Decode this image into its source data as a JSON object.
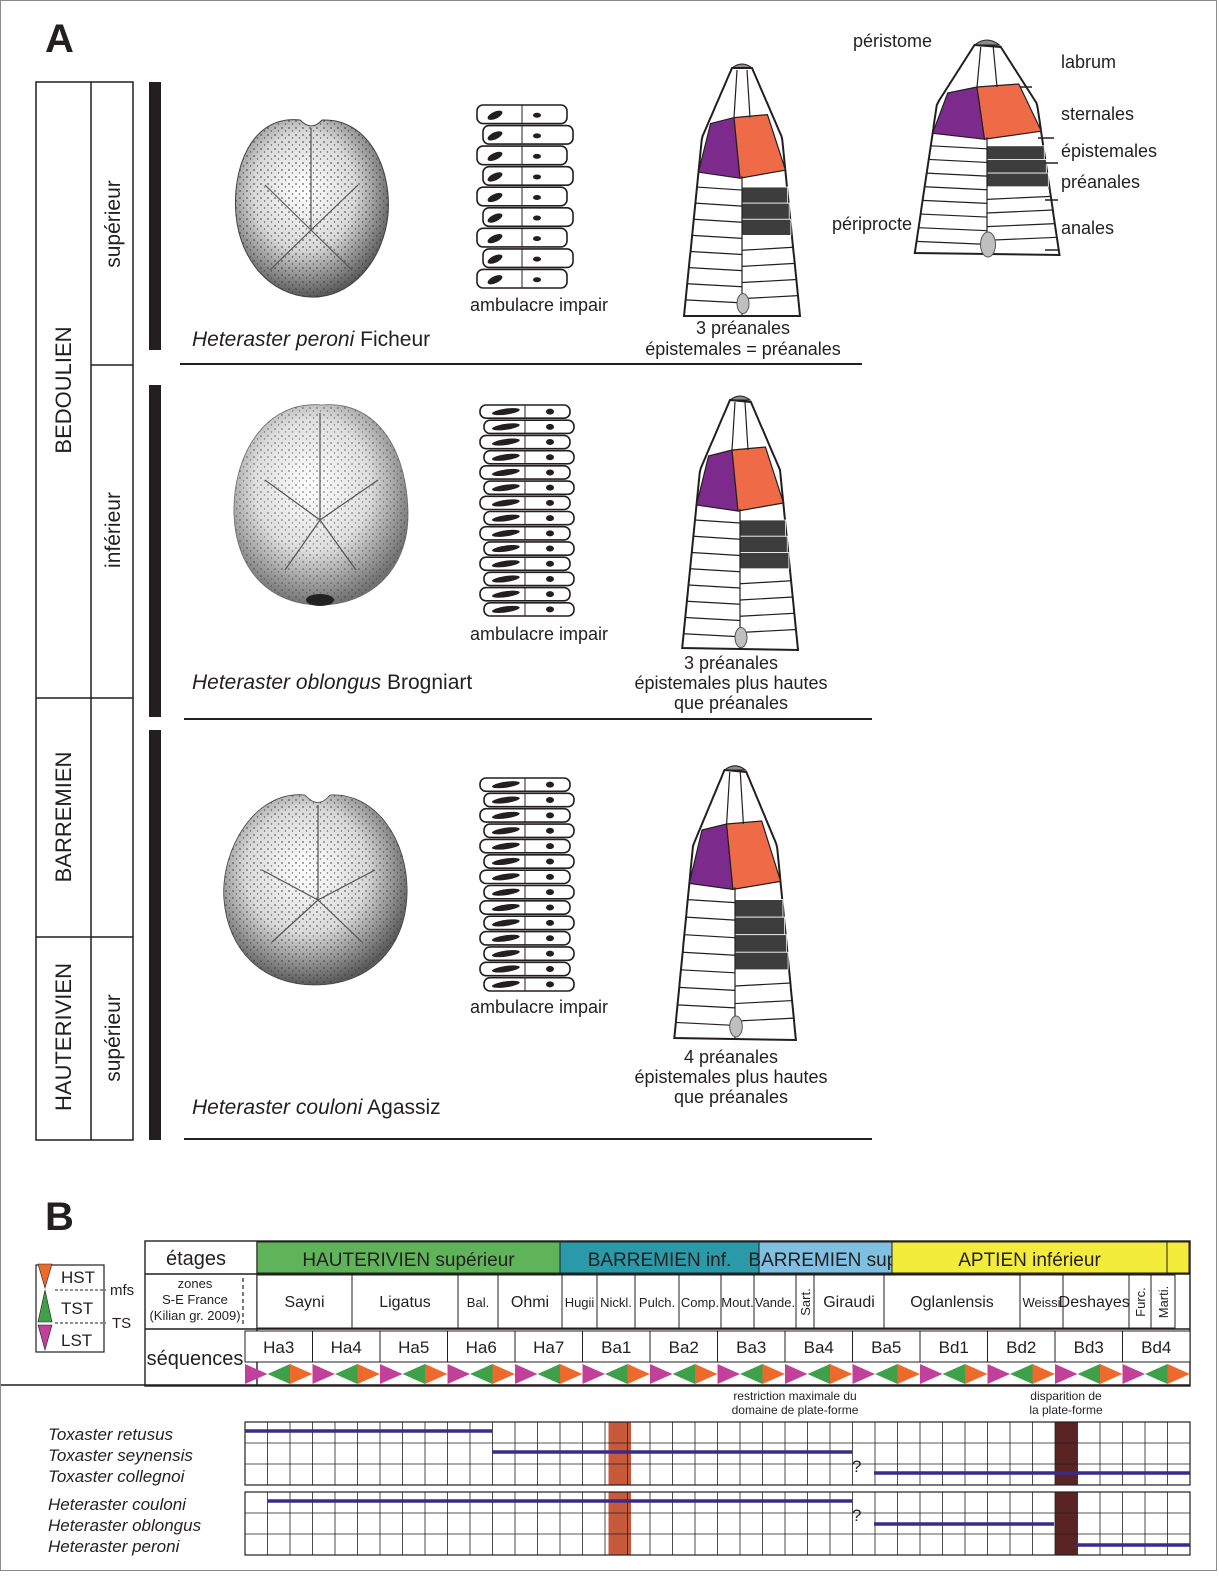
{
  "panel_a": {
    "label": "A",
    "stages": {
      "bedoulien": "BEDOULIEN",
      "barremien": "BARREMIEN",
      "hauterivien": "HAUTERIVIEN"
    },
    "substages": {
      "superieur_top": "supérieur",
      "inferieur": "inférieur",
      "superieur_bottom": "supérieur"
    },
    "legend": {
      "peristome": "péristome",
      "periprocte": "périprocte",
      "labrum": "labrum",
      "sternales": "sternales",
      "epistemales": "épistemales",
      "preanales": "préanales",
      "anales": "anales"
    },
    "species_rows": [
      {
        "genus": "Heteraster",
        "epithet": "peroni",
        "author": "Ficheur",
        "ambulacre": "ambulacre impair",
        "caption": [
          "3 préanales",
          "épistemales = préanales"
        ]
      },
      {
        "genus": "Heteraster",
        "epithet": "oblongus",
        "author": "Brogniart",
        "ambulacre": "ambulacre impair",
        "caption": [
          "3 préanales",
          "épistemales plus hautes",
          "que préanales"
        ]
      },
      {
        "genus": "Heteraster",
        "epithet": "couloni",
        "author": "Agassiz",
        "ambulacre": "ambulacre impair",
        "caption": [
          "4 préanales",
          "épistemales plus hautes",
          "que préanales"
        ]
      }
    ],
    "colors": {
      "purple": "#7c2b8c",
      "orange": "#ef6b47",
      "dark": "#3d3d3d",
      "pore": "#bfbfbf"
    }
  },
  "panel_b": {
    "label": "B",
    "systems_legend": {
      "hst": "HST",
      "tst": "TST",
      "lst": "LST",
      "mfs": "mfs",
      "ts": "TS"
    },
    "row_labels": {
      "etages": "étages",
      "zones": [
        "zones",
        "S-E France",
        "(Kilian gr. 2009)"
      ],
      "sequences": "séquences"
    },
    "stages": [
      {
        "label": "HAUTERIVIEN supérieur",
        "color": "#5fb45a"
      },
      {
        "label": "BARREMIEN inf.",
        "color": "#2a9aa8"
      },
      {
        "label": "BARREMIEN sup.",
        "color": "#7fbfe0"
      },
      {
        "label": "APTIEN inférieur",
        "color": "#f3ec3a"
      },
      {
        "label": "",
        "color": "#f3ec3a"
      }
    ],
    "zones": [
      "Sayni",
      "Ligatus",
      "Bal.",
      "Ohmi",
      "Hugii",
      "Nickl.",
      "Pulch.",
      "Comp.",
      "Mout.",
      "Vande.",
      "Sart.",
      "Giraudi",
      "Oglanlensis",
      "Weissi",
      "Deshayesi",
      "Furc.",
      "Marti."
    ],
    "sequences": [
      "Ha3",
      "Ha4",
      "Ha5",
      "Ha6",
      "Ha7",
      "Ba1",
      "Ba2",
      "Ba3",
      "Ba4",
      "Ba5",
      "Bd1",
      "Bd2",
      "Bd3",
      "Bd4"
    ],
    "event_notes": [
      [
        "restriction maximale du",
        "domaine de plate-forme"
      ],
      [
        "disparition de",
        "la plate-forme"
      ]
    ],
    "uncertain_mark": "?",
    "taxa_group1": [
      "Toxaster retusus",
      "Toxaster seynensis",
      "Toxaster collegnoi"
    ],
    "taxa_group2": [
      "Heteraster couloni",
      "Heteraster oblongus",
      "Heteraster peroni"
    ],
    "colors": {
      "range_line": "#3a2a8a",
      "event1": "#c85a3c",
      "event2": "#5a2424",
      "tri_purple": "#c0409a",
      "tri_green": "#3fa04a",
      "tri_orange": "#ee6a2c"
    }
  }
}
